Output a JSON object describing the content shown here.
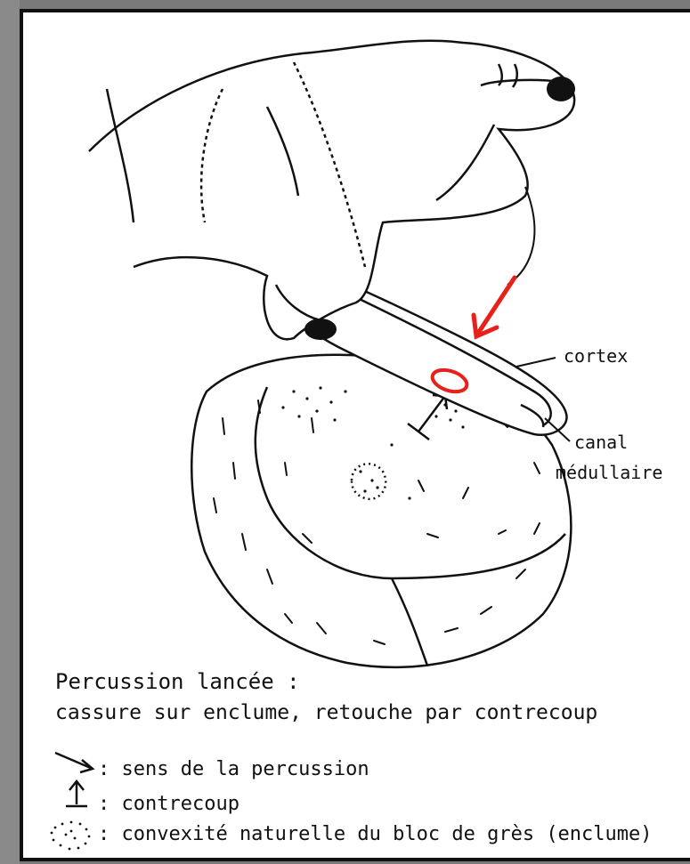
{
  "labels": {
    "cortex": "cortex",
    "canal": "canal",
    "medullaire": "médullaire"
  },
  "caption": {
    "title": "Percussion lancée :",
    "body": "cassure sur enclume, retouche par contrecoup"
  },
  "legend": [
    {
      "icon": "percussion-arrow-icon",
      "text": ": sens de la percussion"
    },
    {
      "icon": "counterblow-arrow-icon",
      "text": ": contrecoup"
    },
    {
      "icon": "dotted-convexity-icon",
      "text": ": convexité naturelle du bloc de grès (enclume)"
    }
  ],
  "colors": {
    "ink": "#111111",
    "highlight": "#e8201a",
    "paper": "#ffffff",
    "background": "#7a7a7a"
  }
}
